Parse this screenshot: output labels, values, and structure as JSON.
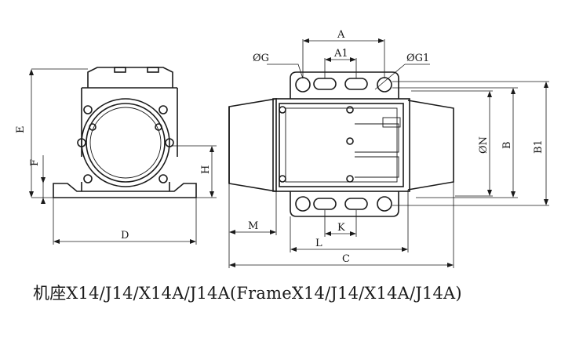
{
  "caption": "机座X14/J14/X14A/J14A(FrameX14/J14/X14A/J14A)",
  "labels": {
    "E": "E",
    "F": "F",
    "H": "H",
    "D": "D",
    "A": "A",
    "A1": "A1",
    "G": "ØG",
    "G1": "ØG1",
    "N": "ØN",
    "B": "B",
    "B1": "B1",
    "M": "M",
    "L": "L",
    "K": "K",
    "C": "C"
  }
}
